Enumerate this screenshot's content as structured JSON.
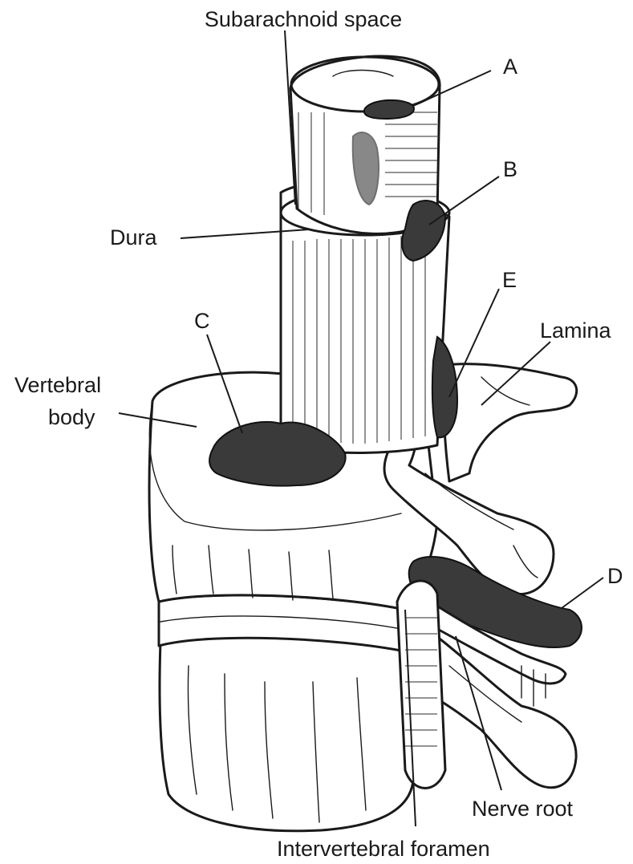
{
  "figure": {
    "labels": {
      "subarachnoid_space": "Subarachnoid space",
      "a": "A",
      "b": "B",
      "dura": "Dura",
      "e": "E",
      "c": "C",
      "lamina": "Lamina",
      "vertebral_body_line1": "Vertebral",
      "vertebral_body_line2": "body",
      "d": "D",
      "nerve_root": "Nerve root",
      "intervertebral_foramen": "Intervertebral foramen"
    }
  }
}
